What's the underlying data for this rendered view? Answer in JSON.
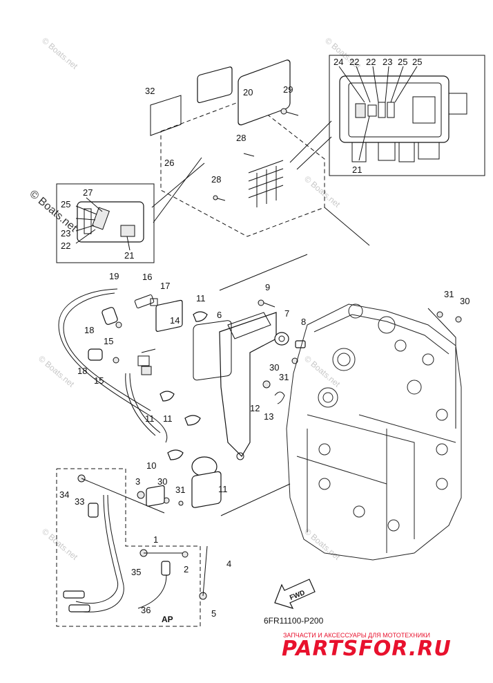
{
  "diagram": {
    "part_code": "6FR11100-P200",
    "fwd_label": "FWD",
    "ap_label": "AP",
    "watermark": "© Boats.net",
    "callouts": [
      "1",
      "2",
      "3",
      "4",
      "5",
      "6",
      "7",
      "8",
      "9",
      "10",
      "11",
      "12",
      "13",
      "14",
      "15",
      "16",
      "17",
      "18",
      "19",
      "20",
      "21",
      "22",
      "23",
      "24",
      "25",
      "26",
      "27",
      "28",
      "29",
      "30",
      "31",
      "32",
      "33",
      "34",
      "35",
      "36"
    ]
  },
  "brand": {
    "logo_text": "PARTSFOR.RU",
    "tagline": "ЗАПЧАСТИ И АКСЕССУАРЫ ДЛЯ МОТОТЕХНИКИ",
    "color": "#e8112d"
  }
}
